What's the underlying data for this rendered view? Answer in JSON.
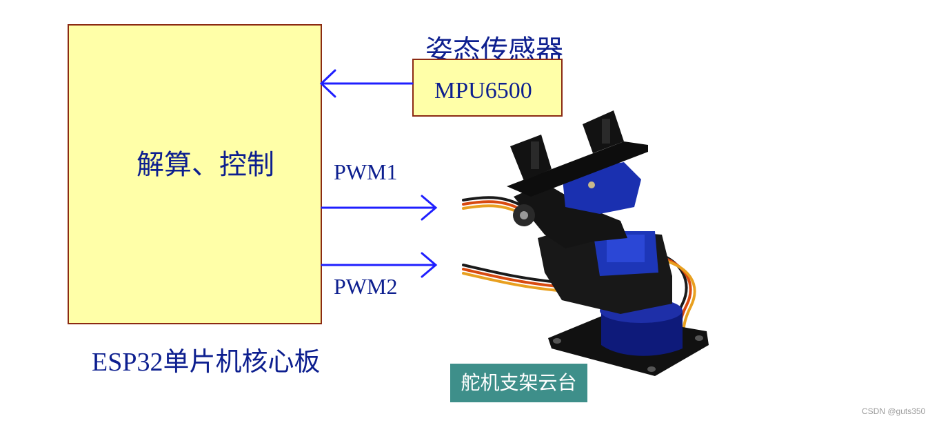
{
  "sensor": {
    "title": "姿态传感器",
    "module_label": "MPU6500"
  },
  "controller": {
    "function_label": "解算、控制",
    "caption": "ESP32单片机核心板"
  },
  "signals": {
    "pwm1": "PWM1",
    "pwm2": "PWM2"
  },
  "gimbal": {
    "caption": "舵机支架云台"
  },
  "watermark": "CSDN @guts350",
  "colors": {
    "box_fill": "#ffffa8",
    "box_border": "#8b2a12",
    "text": "#0d1f8f",
    "arrow": "#1f1fff",
    "caption_bg": "#3e8f8a"
  }
}
